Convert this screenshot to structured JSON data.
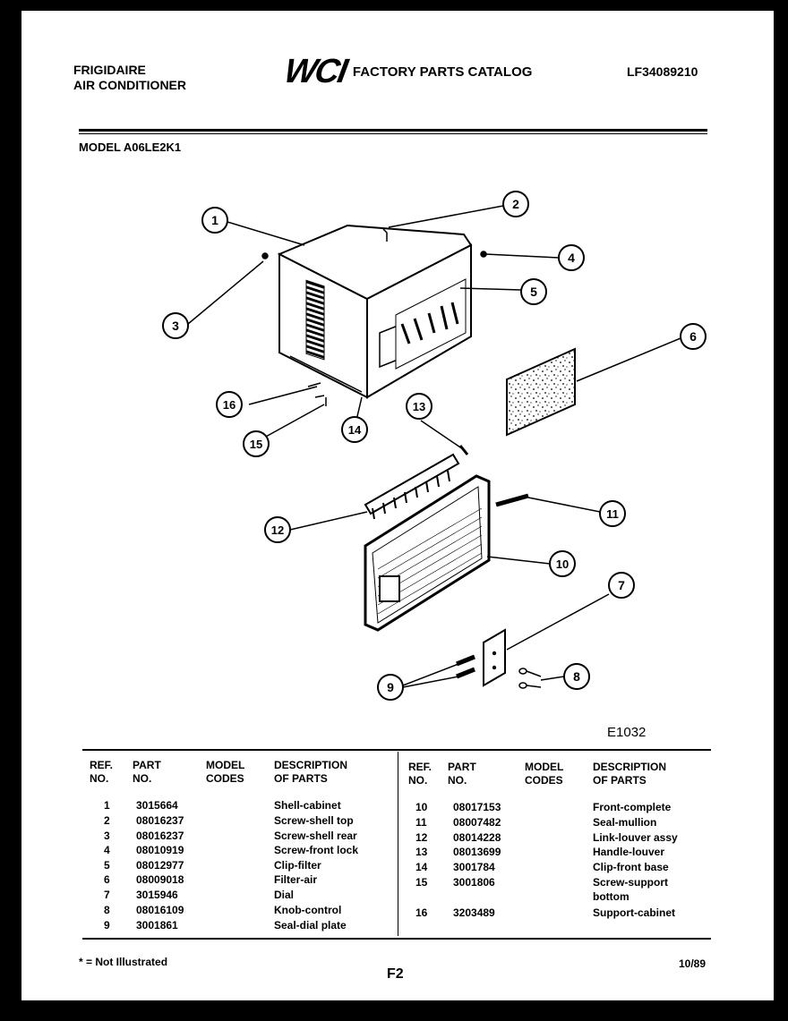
{
  "header": {
    "brand_line1": "FRIGIDAIRE",
    "brand_line2": "AIR CONDITIONER",
    "logo_text": "WCI",
    "catalog_title": "FACTORY PARTS CATALOG",
    "catalog_number": "LF34089210",
    "model_label": "MODEL A06LE2K1"
  },
  "diagram": {
    "callouts": [
      "1",
      "2",
      "3",
      "4",
      "5",
      "6",
      "7",
      "8",
      "9",
      "10",
      "11",
      "12",
      "13",
      "14",
      "15",
      "16"
    ],
    "figure_id": "E1032"
  },
  "table": {
    "headers": {
      "ref_no": [
        "REF.",
        "NO."
      ],
      "part_no": [
        "PART",
        "NO."
      ],
      "model_codes": [
        "MODEL",
        "CODES"
      ],
      "description": [
        "DESCRIPTION",
        "OF PARTS"
      ]
    },
    "left_rows": [
      {
        "ref": "1",
        "part": "3015664",
        "desc": "Shell-cabinet"
      },
      {
        "ref": "2",
        "part": "08016237",
        "desc": "Screw-shell top"
      },
      {
        "ref": "3",
        "part": "08016237",
        "desc": "Screw-shell rear"
      },
      {
        "ref": "4",
        "part": "08010919",
        "desc": "Screw-front lock"
      },
      {
        "ref": "5",
        "part": "08012977",
        "desc": "Clip-filter"
      },
      {
        "ref": "6",
        "part": "08009018",
        "desc": "Filter-air"
      },
      {
        "ref": "7",
        "part": "3015946",
        "desc": "Dial"
      },
      {
        "ref": "8",
        "part": "08016109",
        "desc": "Knob-control"
      },
      {
        "ref": "9",
        "part": "3001861",
        "desc": "Seal-dial plate"
      }
    ],
    "right_rows": [
      {
        "ref": "10",
        "part": "08017153",
        "desc": "Front-complete"
      },
      {
        "ref": "11",
        "part": "08007482",
        "desc": "Seal-mullion"
      },
      {
        "ref": "12",
        "part": "08014228",
        "desc": "Link-louver assy"
      },
      {
        "ref": "13",
        "part": "08013699",
        "desc": "Handle-louver"
      },
      {
        "ref": "14",
        "part": "3001784",
        "desc": "Clip-front base"
      },
      {
        "ref": "15",
        "part": "3001806",
        "desc": "Screw-support"
      },
      {
        "ref": "",
        "part": "",
        "desc": "bottom"
      },
      {
        "ref": "16",
        "part": "3203489",
        "desc": "Support-cabinet"
      }
    ]
  },
  "footer": {
    "note": "* = Not Illustrated",
    "page": "F2",
    "date": "10/89"
  }
}
